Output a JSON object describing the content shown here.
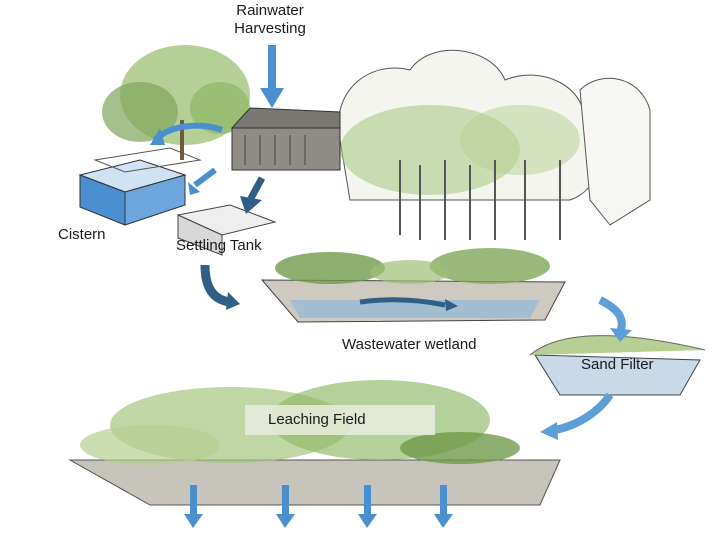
{
  "labels": {
    "rainwater_line1": "Rainwater",
    "rainwater_line2": "Harvesting",
    "cistern": "Cistern",
    "settling_tank": "Settling Tank",
    "wastewater_wetland": "Wastewater wetland",
    "sand_filter": "Sand Filter",
    "leaching_field": "Leaching Field"
  },
  "colors": {
    "water_blue": "#4a8fd0",
    "flow_arrow_dark": "#2f5f86",
    "flow_arrow_light": "#5c9ed8",
    "vegetation_green": "#7fa75a",
    "soil_gray": "#b9b6ad",
    "outline": "#3a3a3a"
  }
}
